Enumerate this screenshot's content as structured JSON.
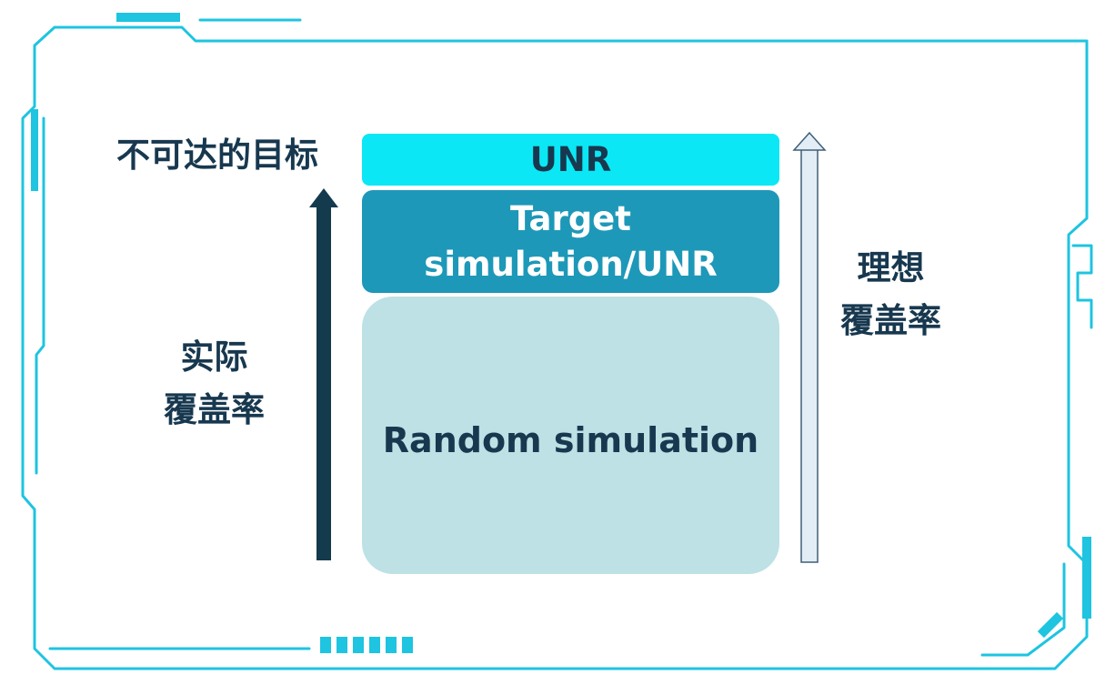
{
  "blocks": {
    "unr": "UNR",
    "target_line1": "Target",
    "target_line2": "simulation/UNR",
    "random": "Random simulation"
  },
  "labels": {
    "unreachable_target": "不可达的目标",
    "actual_line1": "实际",
    "actual_line2": "覆盖率",
    "ideal_line1": "理想",
    "ideal_line2": "覆盖率"
  },
  "colors": {
    "frame": "#1ec4e0",
    "unr_block": "#0be7f5",
    "target_block": "#1e98b8",
    "random_block": "#bde1e4",
    "text_dark": "#17384f",
    "actual_arrow": "#143a4e",
    "ideal_arrow_fill": "#e3edf5",
    "ideal_arrow_stroke": "#3f5f78"
  }
}
